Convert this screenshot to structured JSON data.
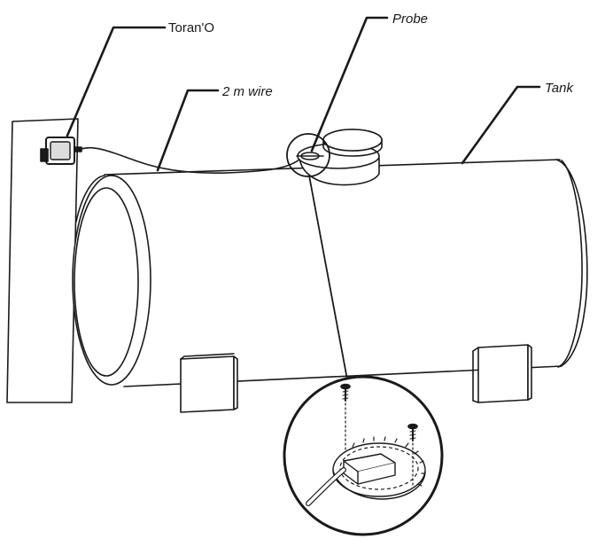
{
  "labels": {
    "device": "Toran'O",
    "wire": "2 m wire",
    "probe": "Probe",
    "tank": "Tank"
  },
  "colors": {
    "line": "#1a1a1a",
    "background": "#ffffff",
    "fill_light": "#ffffff"
  }
}
